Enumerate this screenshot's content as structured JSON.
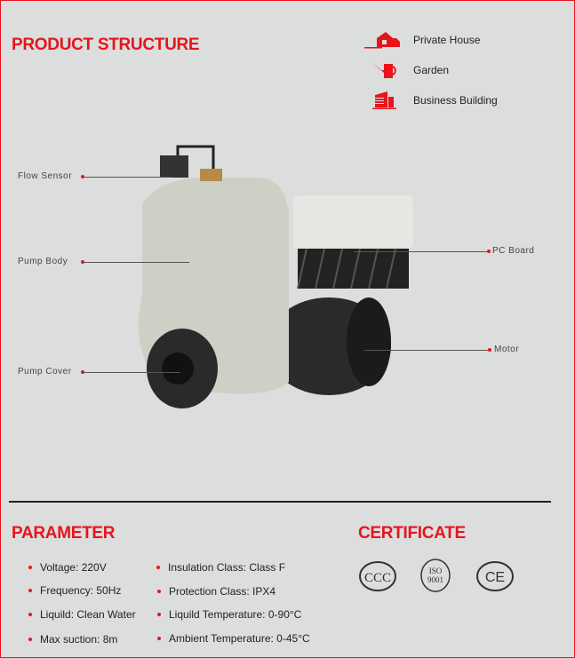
{
  "header": {
    "title": "PRODUCT STRUCTURE"
  },
  "applications": [
    {
      "icon": "house-icon",
      "label": "Private House"
    },
    {
      "icon": "watering-can-icon",
      "label": "Garden"
    },
    {
      "icon": "building-icon",
      "label": "Business Building"
    }
  ],
  "parts": {
    "flow_sensor": "Flow Sensor",
    "pump_body": "Pump Body",
    "pump_cover": "Pump Cover",
    "pc_board": "PC Board",
    "motor": "Motor"
  },
  "parameter": {
    "title": "PARAMETER",
    "left": [
      "Voltage: 220V",
      "Frequency: 50Hz",
      "Liquild: Clean Water",
      "Max suction: 8m"
    ],
    "right": [
      "Insulation Class: Class F",
      "Protection Class: IPX4",
      "Liquild Temperature: 0-90°C",
      "Ambient Temperature: 0-45°C"
    ]
  },
  "certificate": {
    "title": "CERTIFICATE",
    "items": [
      "CCC",
      "ISO 9001",
      "CE"
    ]
  },
  "colors": {
    "accent": "#e8141c",
    "background": "#dcdddd"
  }
}
